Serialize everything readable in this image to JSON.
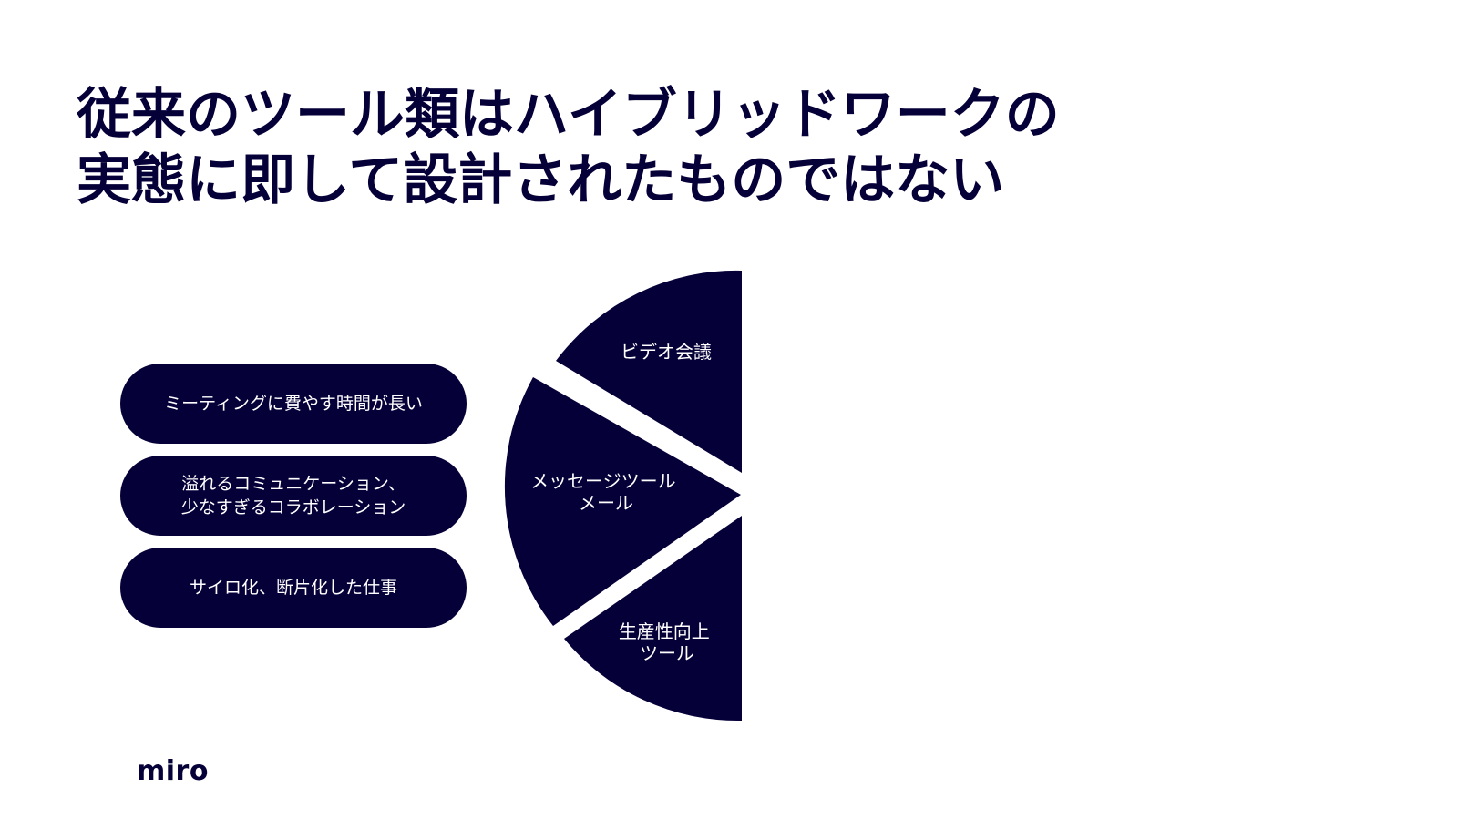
{
  "slide": {
    "title_lines": [
      "従来のツール類はハイブリッドワークの",
      "実態に即して設計されたものではない"
    ],
    "problems": [
      {
        "lines": [
          "ミーティングに費やす時間が長い"
        ]
      },
      {
        "lines": [
          "溢れるコミュニケーション、",
          "少なすぎるコラボレーション"
        ]
      },
      {
        "lines": [
          "サイロ化、断片化した仕事"
        ]
      }
    ],
    "tools": [
      {
        "lines": [
          "ビデオ会議"
        ]
      },
      {
        "lines": [
          "メッセージツール",
          "メール"
        ]
      },
      {
        "lines": [
          "生産性向上",
          "ツール"
        ]
      }
    ],
    "logo": "miro"
  },
  "colors": {
    "navy": "#050038",
    "background": "#ffffff",
    "text_on_dark": "#ffffff"
  }
}
